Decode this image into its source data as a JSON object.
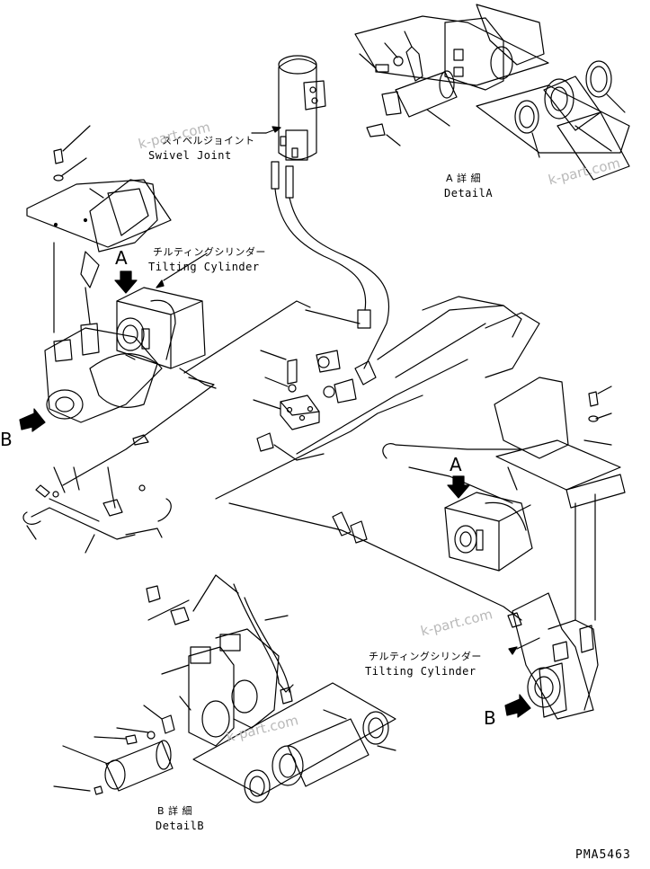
{
  "labels": {
    "swivel_joint_jp": "スイベルジョイント",
    "swivel_joint_en": "Swivel Joint",
    "detail_a_jp": "A 詳 細",
    "detail_a_en": "DetailA",
    "tilting_cyl_1_jp": "チルティングシリンダー",
    "tilting_cyl_1_en": "Tilting Cylinder",
    "tilting_cyl_2_jp": "チルティングシリンダー",
    "tilting_cyl_2_en": "Tilting Cylinder",
    "detail_b_jp": "B 詳 細",
    "detail_b_en": "DetailB"
  },
  "markers": {
    "arrow_a_left": "A",
    "arrow_a_right": "A",
    "arrow_b_left": "B",
    "arrow_b_right": "B"
  },
  "watermark": "k-part.com",
  "drawing_code": "PMA5463",
  "colors": {
    "line": "#000000",
    "watermark": "#b9b9b9"
  }
}
